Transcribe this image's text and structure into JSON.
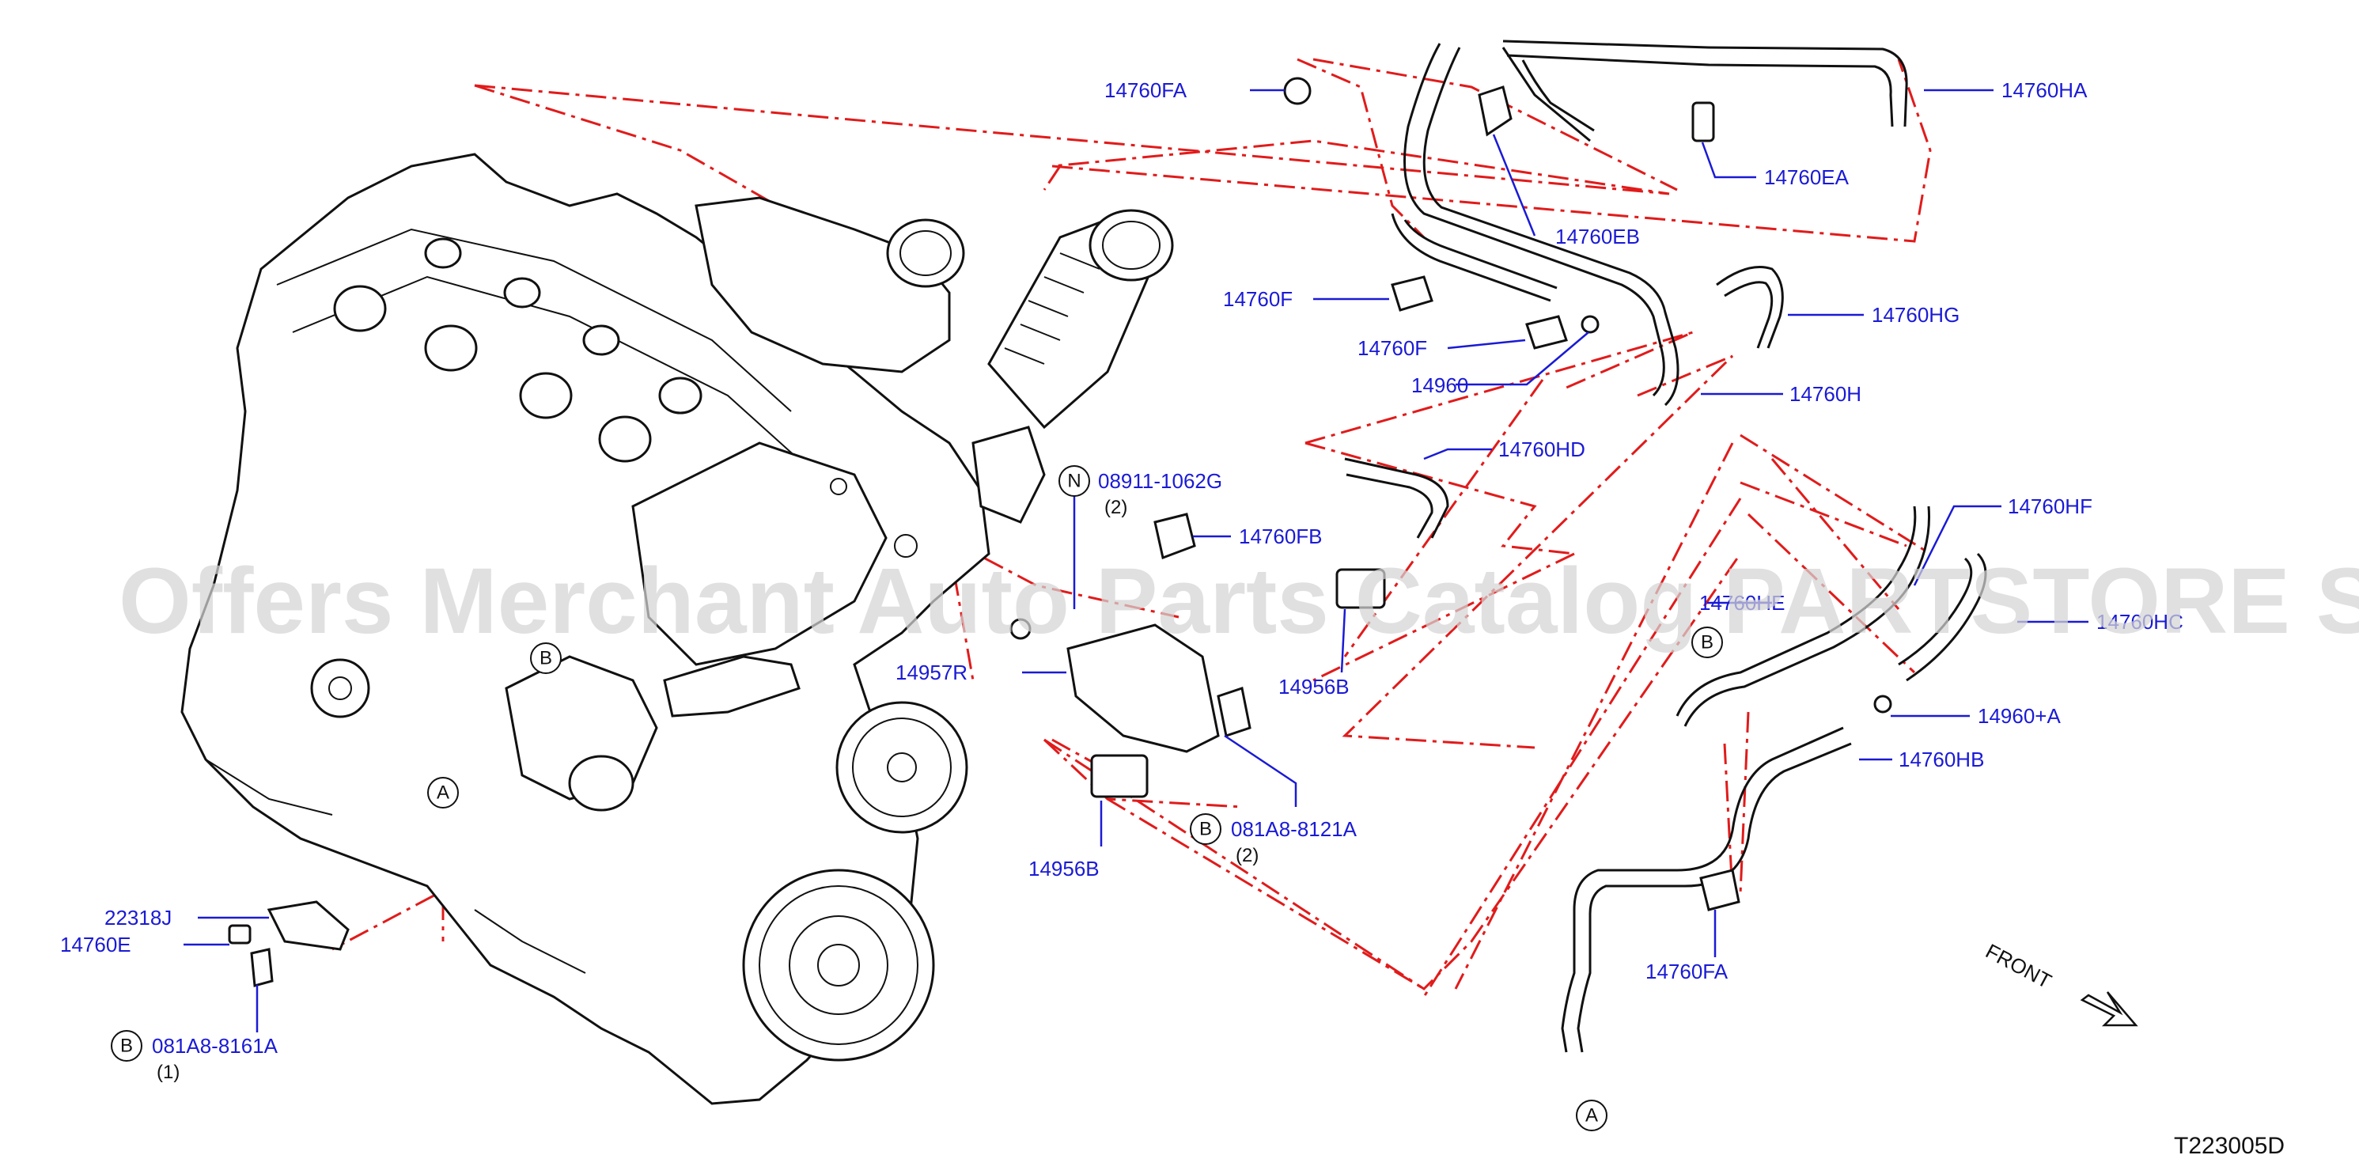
{
  "watermark": "Offers Merchant Auto Parts Catalog PARTSTORE SA",
  "diagram_code": "T223005D",
  "front_label": "FRONT",
  "colors": {
    "part_label": "#1a1ad6",
    "leader_line": "#1a1ad6",
    "phantom_line": "#e11b1b",
    "linework": "#111111"
  },
  "parts": {
    "p14760FA_top": "14760FA",
    "p14760HA": "14760HA",
    "p14760EA": "14760EA",
    "p14760EB": "14760EB",
    "p14760F_a": "14760F",
    "p14760F_b": "14760F",
    "p14960": "14960",
    "p14760HG": "14760HG",
    "p14760H": "14760H",
    "p14760HD": "14760HD",
    "p08911": "08911-1062G",
    "p14760FB": "14760FB",
    "p14760HF": "14760HF",
    "p14760HE": "14760HE",
    "p14760HC": "14760HC",
    "p14956B_a": "14956B",
    "p14957R": "14957R",
    "p14960A": "14960+A",
    "p14760HB": "14760HB",
    "p081A8_8121A": "081A8-8121A",
    "p14956B_b": "14956B",
    "p22318J": "22318J",
    "p14760E": "14760E",
    "p081A8_8161A": "081A8-8161A",
    "p14760FA_bottom": "14760FA"
  },
  "quantities": {
    "q08911": "(2)",
    "q081A8_8121A": "(2)",
    "q081A8_8161A": "(1)"
  },
  "circle_letters": {
    "n_08911": "N",
    "b_8121A": "B",
    "b_8161A": "B",
    "b_engine": "B",
    "a_engine": "A",
    "b_hose": "B",
    "a_bottom": "A"
  }
}
